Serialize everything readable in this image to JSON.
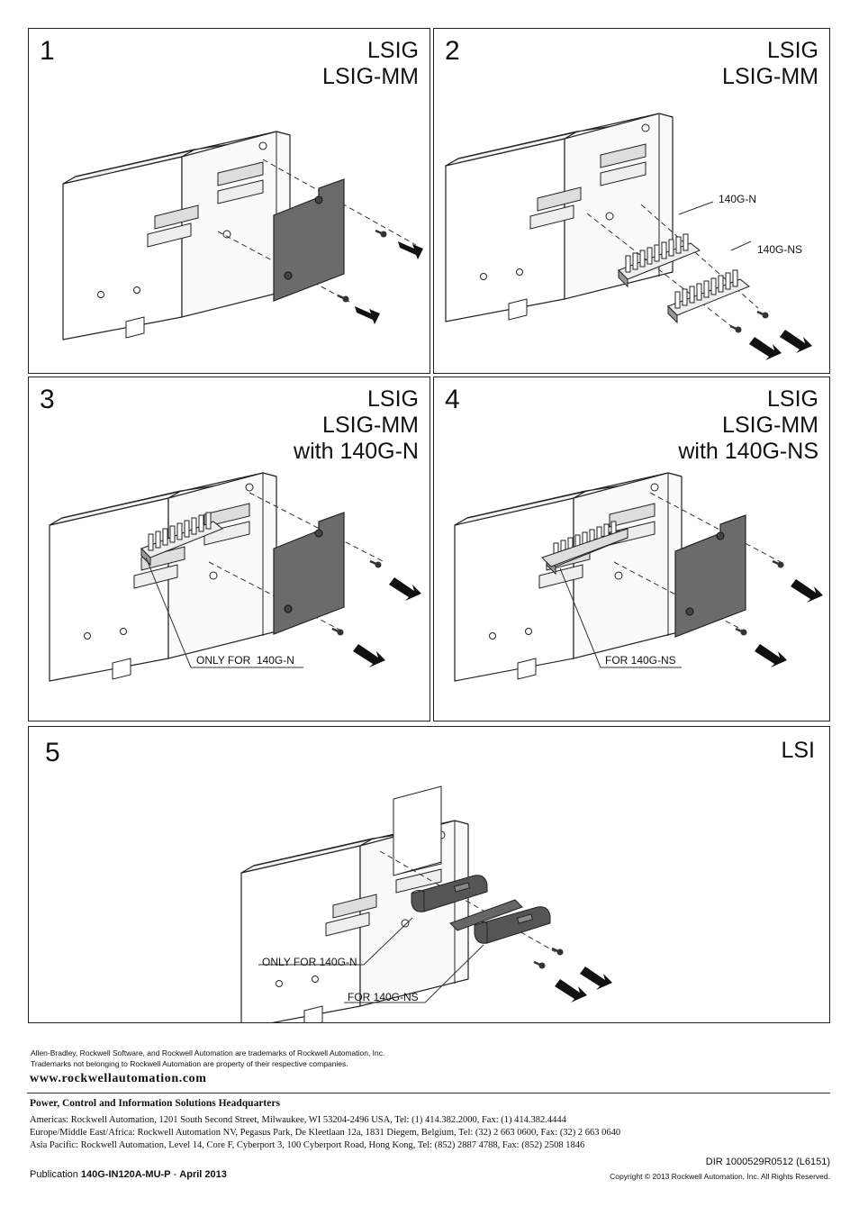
{
  "panels": [
    {
      "num": "1",
      "model": "LSIG\nLSIG-MM"
    },
    {
      "num": "2",
      "model": "LSIG\nLSIG-MM",
      "labels": [
        "140G-N",
        "140G-NS"
      ]
    },
    {
      "num": "3",
      "model": "LSIG\nLSIG-MM\nwith 140G-N",
      "callout": "ONLY FOR  140G-N"
    },
    {
      "num": "4",
      "model": "LSIG\nLSIG-MM\nwith 140G-NS",
      "callout": "FOR 140G-NS"
    },
    {
      "num": "5",
      "model": "LSI",
      "callouts": [
        "ONLY FOR 140G-N",
        "FOR 140G-NS"
      ]
    }
  ],
  "footer": {
    "trademark1": "Allen-Bradley, Rockwell Software, and Rockwell Automation are trademarks of Rockwell Automation, Inc.",
    "trademark2": "Trademarks not belonging to Rockwell Automation are property of their respective companies.",
    "url": "www.rockwellautomation.com",
    "hq": "Power, Control and Information Solutions Headquarters",
    "americas": "Americas: Rockwell Automation, 1201 South Second Street, Milwaukee, WI 53204-2496 USA, Tel: (1) 414.382.2000, Fax: (1) 414.382.4444",
    "emea": "Europe/Middle East/Africa: Rockwell Automation NV, Pegasus Park, De Kleetlaan 12a, 1831 Diegem, Belgium, Tel: (32) 2 663 0600, Fax: (32) 2 663 0640",
    "asia": "Asia Pacific: Rockwell Automation, Level 14, Core F, Cyberport 3, 100 Cyberport Road, Hong Kong, Tel: (852) 2887 4788, Fax: (852) 2508 1846",
    "dir": "DIR 1000529R0512 (L6151)",
    "pub_prefix": "Publication ",
    "pub_code": "140G-IN120A-MU-P",
    "pub_sep": " - ",
    "pub_date": "April 2013",
    "copyright": "Copyright © 2013 Rockwell Automation, Inc. All Rights Reserved."
  }
}
